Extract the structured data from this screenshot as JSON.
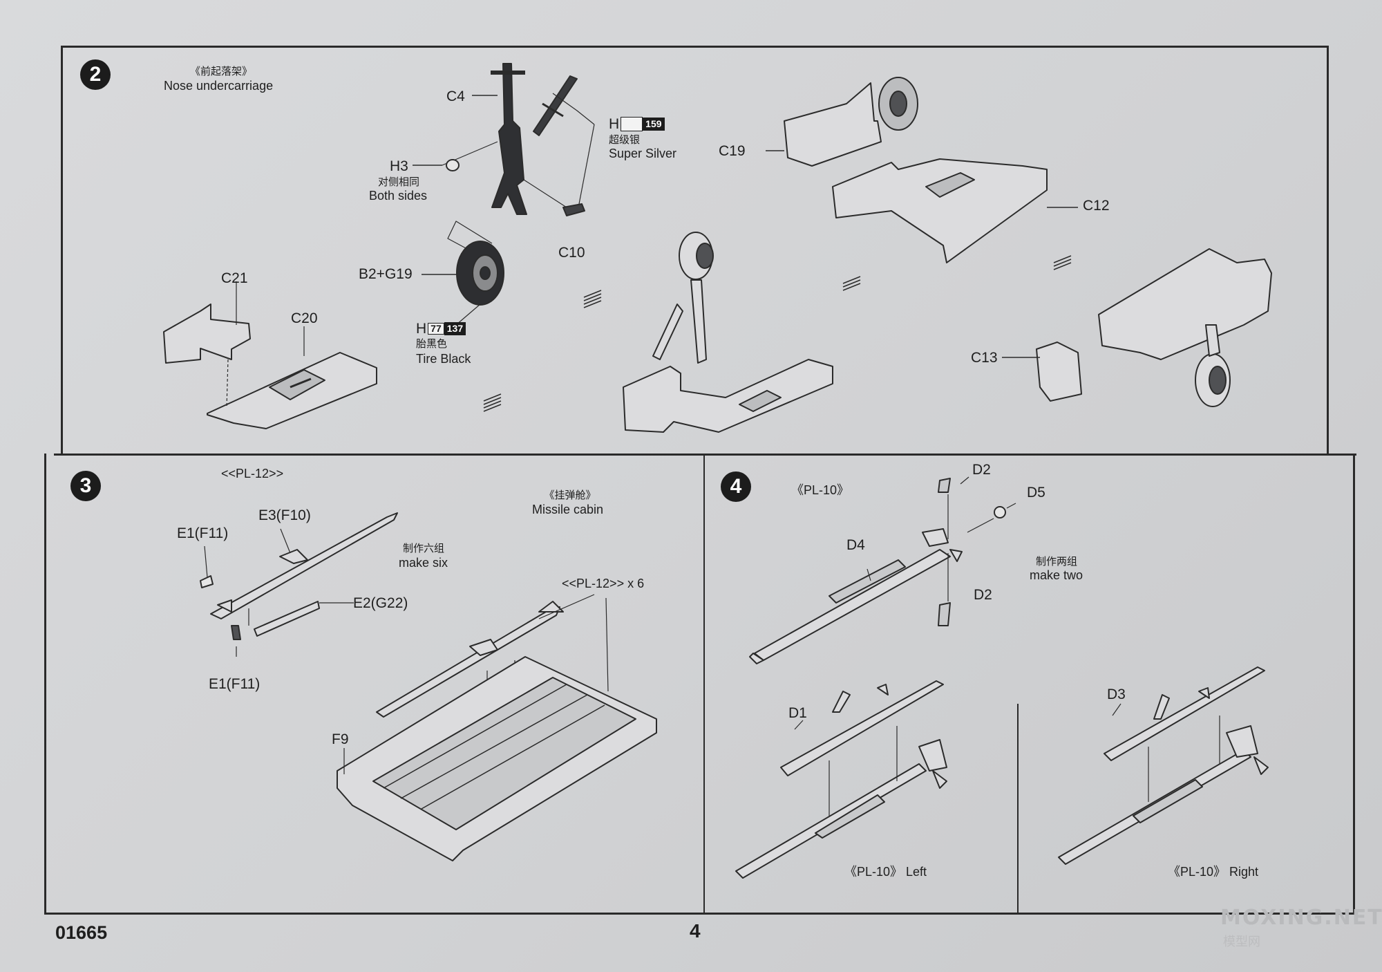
{
  "steps": {
    "s2": {
      "number": "2",
      "title_cn": "《前起落架》",
      "title_en": "Nose undercarriage",
      "labels": {
        "c4": "C4",
        "h3": "H3",
        "both_cn": "对侧相同",
        "both_en": "Both sides",
        "c10": "C10",
        "b2g19": "B2+G19",
        "c21": "C21",
        "c20": "C20",
        "c19": "C19",
        "c12": "C12",
        "c13": "C13"
      },
      "paint_silver": {
        "prefix": "H",
        "code": "159",
        "name_cn": "超级银",
        "name_en": "Super Silver"
      },
      "paint_black": {
        "prefix": "H",
        "code_a": "77",
        "code_b": "137",
        "name_cn": "胎黑色",
        "name_en": "Tire Black"
      }
    },
    "s3": {
      "number": "3",
      "title": "<<PL-12>>",
      "cabin_cn": "《挂弹舱》",
      "cabin_en": "Missile cabin",
      "make_cn": "制作六组",
      "make_en": "make six",
      "labels": {
        "e1_top": "E1(F11)",
        "e3": "E3(F10)",
        "e2": "E2(G22)",
        "e1_bottom": "E1(F11)",
        "x6": "<<PL-12>> x 6",
        "f9": "F9"
      }
    },
    "s4": {
      "number": "4",
      "title": "《PL-10》",
      "make_cn": "制作两组",
      "make_en": "make two",
      "labels": {
        "d2_top": "D2",
        "d5": "D5",
        "d4": "D4",
        "d2_bottom": "D2",
        "d1": "D1",
        "d3": "D3",
        "left": "《PL-10》 Left",
        "right": "《PL-10》 Right"
      }
    }
  },
  "footer": {
    "product_code": "01665",
    "page_number": "4",
    "watermark": "MOXING.NET",
    "watermark_sub": "模型网"
  }
}
